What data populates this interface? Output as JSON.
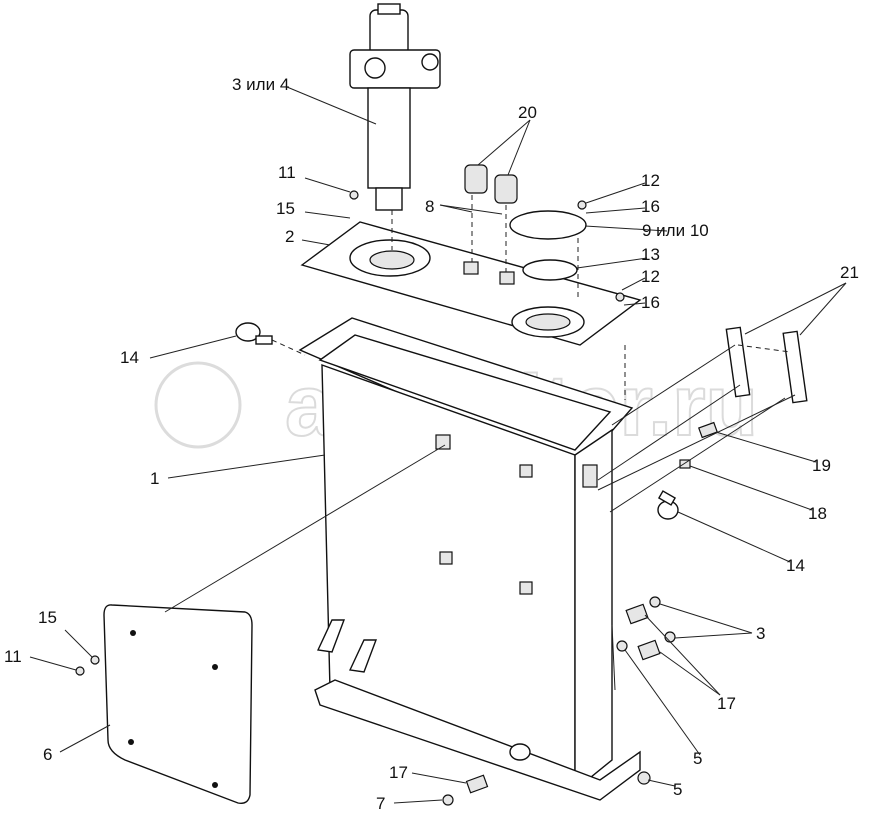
{
  "watermark": "autopiter.ru",
  "labels": [
    {
      "id": "filter",
      "text": "3 или 4"
    },
    {
      "id": "caps",
      "text": "20"
    },
    {
      "id": "bolt-top",
      "text": "11"
    },
    {
      "id": "bolt-cover",
      "text": "12"
    },
    {
      "id": "washer-top",
      "text": "15"
    },
    {
      "id": "washer-caps",
      "text": "8"
    },
    {
      "id": "washer-cover",
      "text": "16"
    },
    {
      "id": "gasket-plate",
      "text": "2"
    },
    {
      "id": "cover",
      "text": "9 или 10"
    },
    {
      "id": "ring",
      "text": "13"
    },
    {
      "id": "bolt-flange",
      "text": "12"
    },
    {
      "id": "bracket",
      "text": "21"
    },
    {
      "id": "washer-flange",
      "text": "16"
    },
    {
      "id": "eyebolt-left",
      "text": "14"
    },
    {
      "id": "tank",
      "text": "1"
    },
    {
      "id": "fitting-19",
      "text": "19"
    },
    {
      "id": "fitting-18",
      "text": "18"
    },
    {
      "id": "eyebolt-right",
      "text": "14"
    },
    {
      "id": "plugs",
      "text": "3"
    },
    {
      "id": "washer-panel",
      "text": "15"
    },
    {
      "id": "bolt-panel",
      "text": "11"
    },
    {
      "id": "adapters",
      "text": "17"
    },
    {
      "id": "panel",
      "text": "6"
    },
    {
      "id": "seal-5a",
      "text": "5"
    },
    {
      "id": "adapter-bottom",
      "text": "17"
    },
    {
      "id": "seal-5b",
      "text": "5"
    },
    {
      "id": "plug-7",
      "text": "7"
    }
  ]
}
